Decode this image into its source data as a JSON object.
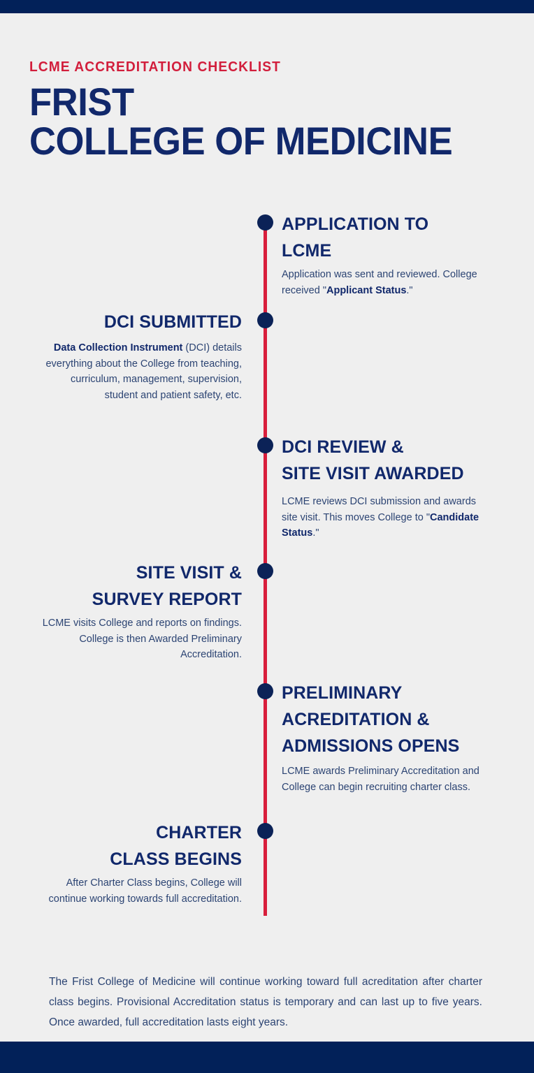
{
  "colors": {
    "background": "#efefef",
    "navy": "#022159",
    "navy_text": "#11286b",
    "red": "#d81e3c",
    "kicker_red": "#d21e3c",
    "body_text": "#2c4473"
  },
  "header": {
    "kicker": "LCME ACCREDITATION CHECKLIST",
    "title_line1": "FRIST",
    "title_line2": "COLLEGE OF MEDICINE"
  },
  "timeline": {
    "steps": [
      {
        "side": "right",
        "dot_name": "timeline-dot-1",
        "heading_line1": "APPLICATION TO",
        "heading_line2": "LCME",
        "body_prefix": "Application was sent and reviewed. College received \"",
        "body_bold": "Applicant Status",
        "body_suffix": ".\""
      },
      {
        "side": "left",
        "dot_name": "timeline-dot-2",
        "heading_line1": "DCI SUBMITTED",
        "heading_line2": "",
        "body_bold": "Data Collection Instrument",
        "body_prefix": "",
        "body_suffix": " (DCI) details everything about the College from teaching,  curriculum, management, supervision, student and patient safety, etc."
      },
      {
        "side": "right",
        "dot_name": "timeline-dot-3",
        "heading_line1": "DCI REVIEW &",
        "heading_line2": "SITE VISIT AWARDED",
        "body_prefix": "LCME reviews DCI submission and awards site visit. This moves College to \"",
        "body_bold": "Candidate Status",
        "body_suffix": ".\""
      },
      {
        "side": "left",
        "dot_name": "timeline-dot-4",
        "heading_line1": "SITE VISIT &",
        "heading_line2": "SURVEY REPORT",
        "body_prefix": "LCME visits College and reports on findings. College is then Awarded Preliminary Accreditation.",
        "body_bold": "",
        "body_suffix": ""
      },
      {
        "side": "right",
        "dot_name": "timeline-dot-5",
        "heading_line1": "PRELIMINARY",
        "heading_line2": "ACREDITATION &",
        "heading_line3": "ADMISSIONS OPENS",
        "body_prefix": "LCME awards Preliminary Accreditation and College can begin recruiting charter class.",
        "body_bold": "",
        "body_suffix": ""
      },
      {
        "side": "left",
        "dot_name": "timeline-dot-6",
        "heading_line1": "CHARTER",
        "heading_line2": "CLASS BEGINS",
        "body_prefix": "After Charter Class begins, College will continue working towards full accreditation.",
        "body_bold": "",
        "body_suffix": ""
      }
    ]
  },
  "footnote": {
    "text": "The Frist College of Medicine will continue working toward full acreditation after charter class begins. Provisional Accreditation status is temporary and can last up to five years. Once awarded, full accreditation lasts eight years."
  }
}
